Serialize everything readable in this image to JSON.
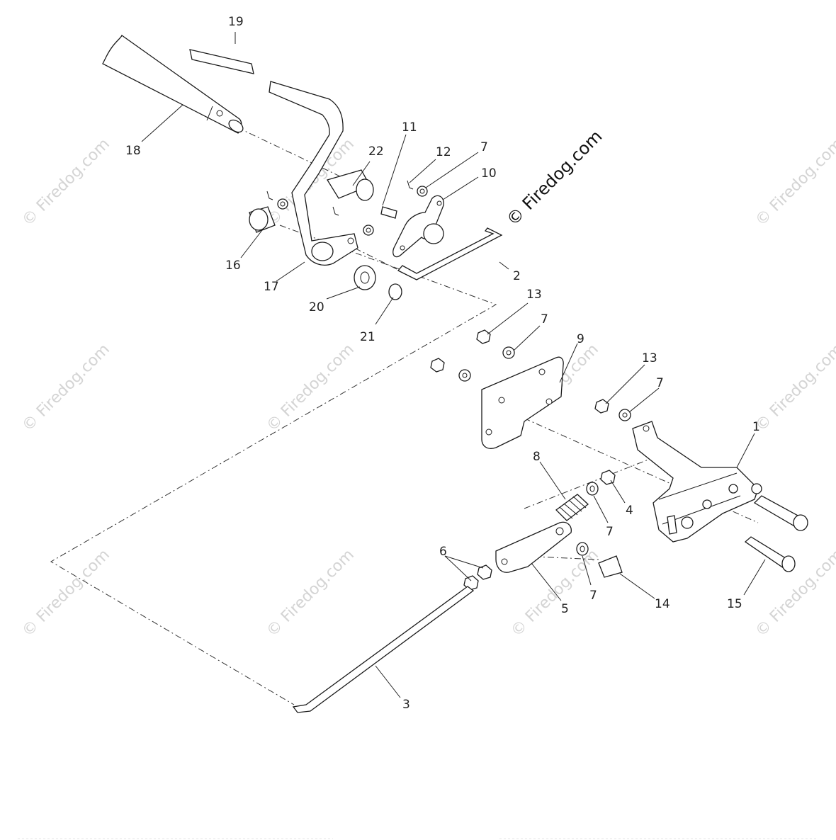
{
  "watermark": {
    "main_text": "© Firedog.com",
    "repeat_text": "© Firedog.com"
  },
  "callouts": [
    {
      "id": "c1",
      "label": "1"
    },
    {
      "id": "c2",
      "label": "2"
    },
    {
      "id": "c3",
      "label": "3"
    },
    {
      "id": "c4",
      "label": "4"
    },
    {
      "id": "c5",
      "label": "5"
    },
    {
      "id": "c6",
      "label": "6"
    },
    {
      "id": "c7a",
      "label": "7"
    },
    {
      "id": "c7b",
      "label": "7"
    },
    {
      "id": "c7c",
      "label": "7"
    },
    {
      "id": "c7d",
      "label": "7"
    },
    {
      "id": "c7e",
      "label": "7"
    },
    {
      "id": "c8",
      "label": "8"
    },
    {
      "id": "c9",
      "label": "9"
    },
    {
      "id": "c10",
      "label": "10"
    },
    {
      "id": "c11",
      "label": "11"
    },
    {
      "id": "c12",
      "label": "12"
    },
    {
      "id": "c13a",
      "label": "13"
    },
    {
      "id": "c13b",
      "label": "13"
    },
    {
      "id": "c14",
      "label": "14"
    },
    {
      "id": "c15",
      "label": "15"
    },
    {
      "id": "c16",
      "label": "16"
    },
    {
      "id": "c17",
      "label": "17"
    },
    {
      "id": "c18",
      "label": "18"
    },
    {
      "id": "c19",
      "label": "19"
    },
    {
      "id": "c20",
      "label": "20"
    },
    {
      "id": "c21",
      "label": "21"
    },
    {
      "id": "c22",
      "label": "22"
    }
  ]
}
